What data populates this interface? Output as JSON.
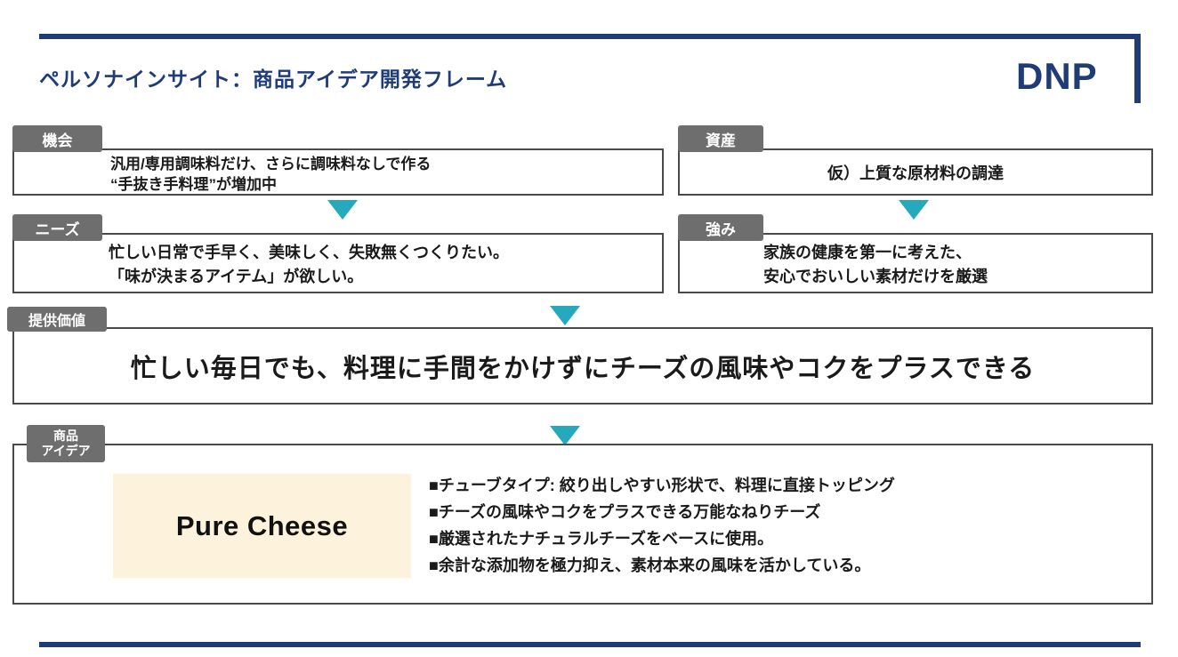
{
  "header": {
    "title": "ペルソナインサイト：商品アイデア開発フレーム",
    "logo": "DNP"
  },
  "colors": {
    "navy": "#1f3c77",
    "teal": "#26a9bc",
    "tab_gray": "#6e6e6e",
    "border_gray": "#4a4a4a",
    "cream": "#fdf2dc"
  },
  "opportunity": {
    "label": "機会",
    "line1": "汎用/専用調味料だけ、さらに調味料なしで作る",
    "line2": "“手抜き手料理”が増加中"
  },
  "assets": {
    "label": "資産",
    "text": "仮）上質な原材料の調達"
  },
  "needs": {
    "label": "ニーズ",
    "line1": "忙しい日常で手早く、美味しく、失敗無くつくりたい。",
    "line2": "「味が決まるアイテム」が欲しい。"
  },
  "strengths": {
    "label": "強み",
    "line1": "家族の健康を第一に考えた、",
    "line2": "安心でおいしい素材だけを厳選"
  },
  "value": {
    "label": "提供価値",
    "text": "忙しい毎日でも、料理に手間をかけずにチーズの風味やコクをプラスできる"
  },
  "idea": {
    "label_line1": "商品",
    "label_line2": "アイデア",
    "product_name": "Pure Cheese",
    "bullets": [
      "■チューブタイプ: 絞り出しやすい形状で、料理に直接トッピング",
      "■チーズの風味やコクをプラスできる万能なねりチーズ",
      "■厳選されたナチュラルチーズをベースに使用。",
      "■余計な添加物を極力抑え、素材本来の風味を活かしている。"
    ]
  }
}
